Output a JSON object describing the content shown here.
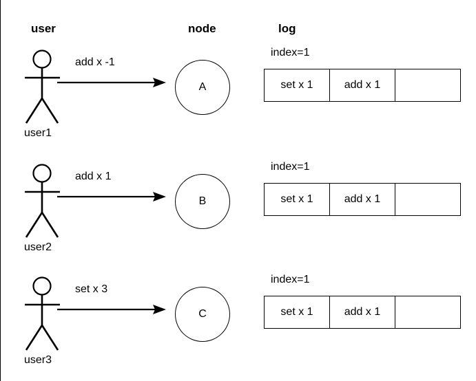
{
  "diagram": {
    "headers": {
      "user": "user",
      "node": "node",
      "log": "log"
    },
    "rows": [
      {
        "actor_label": "user1",
        "actor_icon": "stick-figure-icon",
        "edge_label": "add x -1",
        "arrow_icon": "arrow-right-icon",
        "node_label": "A",
        "log_index": "index=1",
        "log_cells": [
          "set x 1",
          "add x 1",
          ""
        ]
      },
      {
        "actor_label": "user2",
        "actor_icon": "stick-figure-icon",
        "edge_label": "add x 1",
        "arrow_icon": "arrow-right-icon",
        "node_label": "B",
        "log_index": "index=1",
        "log_cells": [
          "set x 1",
          "add x 1",
          ""
        ]
      },
      {
        "actor_label": "user3",
        "actor_icon": "stick-figure-icon",
        "edge_label": "set x 3",
        "arrow_icon": "arrow-right-icon",
        "node_label": "C",
        "log_index": "index=1",
        "log_cells": [
          "set x 1",
          "add x 1",
          ""
        ]
      }
    ],
    "colors": {
      "stroke": "#000000",
      "background": "#ffffff",
      "text": "#000000"
    }
  }
}
